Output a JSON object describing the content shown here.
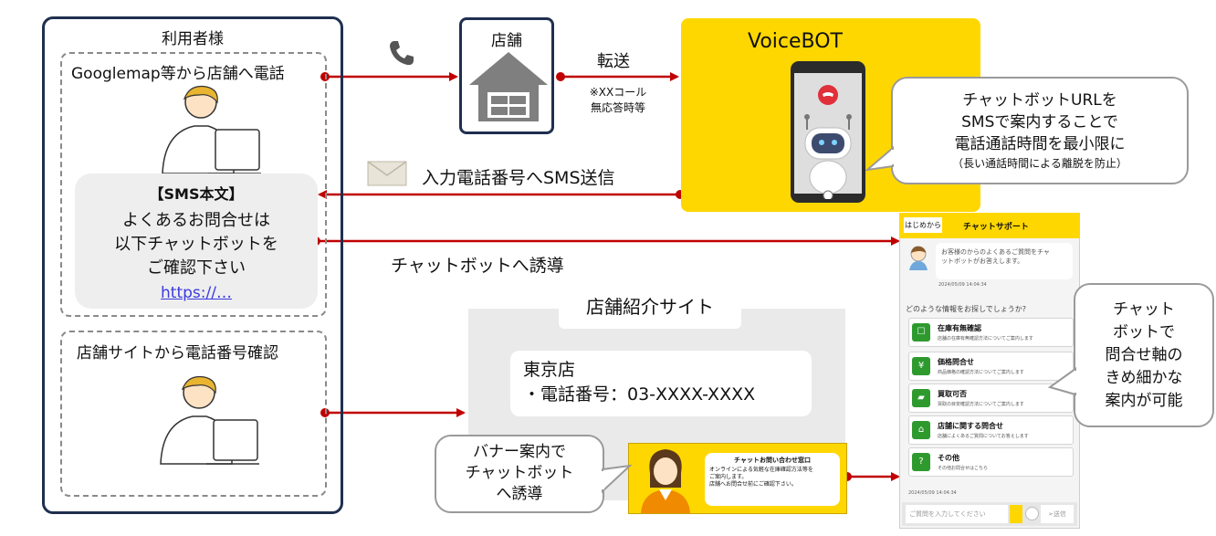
{
  "user": {
    "title": "利用者様",
    "scenario_1": "Googlemap等から店舗へ電話",
    "sms": {
      "heading": "【SMS本文】",
      "lines": [
        "よくあるお問合せは",
        "以下チャットボットを",
        "ご確認下さい"
      ],
      "link": "https://…"
    },
    "scenario_2": "店舗サイトから電話番号確認"
  },
  "store": {
    "label": "店舗"
  },
  "transfer": {
    "label": "転送",
    "note_lines": [
      "※XXコール",
      "無応答時等"
    ]
  },
  "voicebot": {
    "title": "VoiceBOT"
  },
  "callout_voicebot": {
    "lines": [
      "チャットボットURLを",
      "SMSで案内することで",
      "電話通話時間を最小限に"
    ],
    "sub": "（長い通話時間による離脱を防止）"
  },
  "sms_send": {
    "label": "入力電話番号へSMS送信"
  },
  "guide": {
    "label": "チャットボットへ誘導"
  },
  "site": {
    "title": "店舗紹介サイト",
    "store_name": "東京店",
    "phone": "・電話番号：03-XXXX-XXXX"
  },
  "banner_callout": {
    "lines": [
      "バナー案内で",
      "チャットボット",
      "へ誘導"
    ]
  },
  "banner": {
    "title": "チャットお問い合わせ窓口",
    "lines": [
      "オンラインによる気軽な在庫確認方法等を",
      "ご案内します。",
      "店舗へお問合せ前にご確認下さい。"
    ]
  },
  "chat": {
    "tag": "はじめから",
    "title": "チャットサポート",
    "greeting_lines": [
      "お客様のからのよくあるご質問をチャ",
      "ットボットがお答えします。"
    ],
    "timestamp_1": "2024/05/09 14:04:34",
    "question": "どのような情報をお探しでしょうか?",
    "menu": [
      {
        "title": "在庫有無確認",
        "desc": "店舗の在庫有無確認方法についてご案内します"
      },
      {
        "title": "価格問合せ",
        "desc": "商品価格の確認方法についてご案内します"
      },
      {
        "title": "買取可否",
        "desc": "買取の目安確認方法についてご案内します"
      },
      {
        "title": "店舗に関する問合せ",
        "desc": "店舗によくあるご質問についてお答えします"
      },
      {
        "title": "その他",
        "desc": "その他お問合せはこちら"
      }
    ],
    "timestamp_2": "2024/05/09 14:04:34",
    "input_placeholder": "ご質問を入力してください",
    "send_label": "➢送信"
  },
  "callout_chat": {
    "lines": [
      "チャット",
      "ボットで",
      "問合せ軸の",
      "きめ細かな",
      "案内が可能"
    ]
  },
  "colors": {
    "accent_red": "#c00000",
    "voicebot_yellow": "#ffd700",
    "frame_navy": "#1f2f4f",
    "menu_green": "#2e9a2e"
  }
}
